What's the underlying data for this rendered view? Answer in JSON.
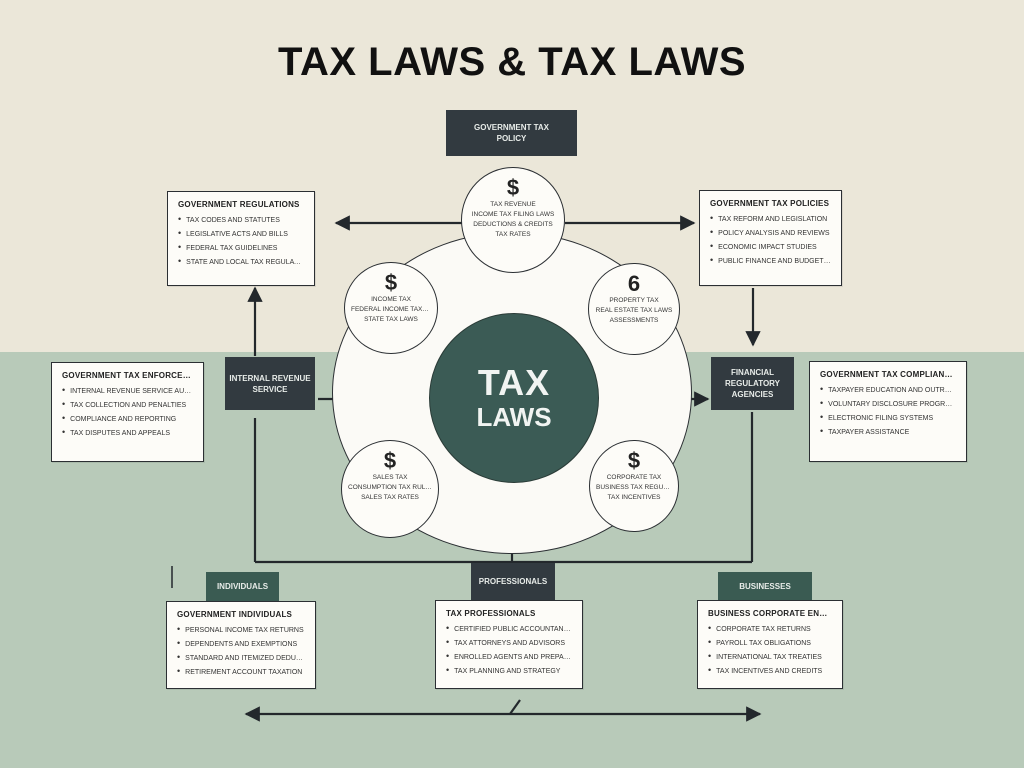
{
  "title": "TAX LAWS & TAX LAWS",
  "hub": {
    "line1": "TAX",
    "line2": "LAWS"
  },
  "top_tag": {
    "line1": "GOVERNMENT TAX",
    "line2": "POLICY"
  },
  "nodes": {
    "top": {
      "symbol": "$",
      "lines": [
        "TAX REVENUE",
        "INCOME TAX FILING LAWS",
        "DEDUCTIONS & CREDITS",
        "TAX RATES"
      ]
    },
    "upper_left": {
      "symbol": "$",
      "lines": [
        "INCOME TAX",
        "FEDERAL INCOME TAXES",
        "STATE TAX LAWS"
      ]
    },
    "upper_right": {
      "symbol": "6",
      "lines": [
        "PROPERTY TAX",
        "REAL ESTATE TAX LAWS",
        "ASSESSMENTS"
      ]
    },
    "lower_left": {
      "symbol": "$",
      "lines": [
        "SALES TAX",
        "CONSUMPTION TAX RULES",
        "SALES TAX RATES"
      ]
    },
    "lower_right": {
      "symbol": "$",
      "lines": [
        "CORPORATE TAX",
        "BUSINESS TAX REGULATIONS",
        "TAX INCENTIVES"
      ]
    }
  },
  "boxes": {
    "top_left": {
      "head": "GOVERNMENT REGULATIONS",
      "items": [
        "TAX CODES AND STATUTES",
        "LEGISLATIVE ACTS AND BILLS",
        "FEDERAL TAX GUIDELINES",
        "STATE AND LOCAL TAX REGULATIONS"
      ]
    },
    "top_right": {
      "head": "GOVERNMENT TAX POLICIES",
      "items": [
        "TAX REFORM AND LEGISLATION",
        "POLICY ANALYSIS AND REVIEWS",
        "ECONOMIC IMPACT STUDIES",
        "PUBLIC FINANCE AND BUDGETING"
      ]
    },
    "mid_left": {
      "head": "GOVERNMENT TAX ENFORCEMENT AGENCIES",
      "items": [
        "INTERNAL REVENUE SERVICE AUDITS",
        "TAX COLLECTION AND PENALTIES",
        "COMPLIANCE AND REPORTING",
        "TAX DISPUTES AND APPEALS"
      ]
    },
    "mid_right": {
      "head": "GOVERNMENT TAX COMPLIANCE PROGRAMS",
      "items": [
        "TAXPAYER EDUCATION AND OUTREACH",
        "VOLUNTARY DISCLOSURE PROGRAMS",
        "ELECTRONIC FILING SYSTEMS",
        "TAXPAYER ASSISTANCE"
      ]
    },
    "bottom_left": {
      "head": "GOVERNMENT INDIVIDUALS",
      "items": [
        "PERSONAL INCOME TAX RETURNS",
        "DEPENDENTS AND EXEMPTIONS",
        "STANDARD AND ITEMIZED DEDUCTIONS",
        "RETIREMENT ACCOUNT TAXATION"
      ]
    },
    "bottom_center": {
      "head": "TAX PROFESSIONALS",
      "items": [
        "CERTIFIED PUBLIC ACCOUNTANTS",
        "TAX ATTORNEYS AND ADVISORS",
        "ENROLLED AGENTS AND PREPARERS",
        "TAX PLANNING AND STRATEGY"
      ]
    },
    "bottom_right": {
      "head": "BUSINESS CORPORATE ENTITIES",
      "items": [
        "CORPORATE TAX RETURNS",
        "PAYROLL TAX OBLIGATIONS",
        "INTERNATIONAL TAX TREATIES",
        "TAX INCENTIVES AND CREDITS"
      ]
    }
  },
  "tags": {
    "mid_left": {
      "line1": "INTERNAL REVENUE",
      "line2": "SERVICE"
    },
    "mid_right": {
      "line1": "FINANCIAL",
      "line2": "REGULATORY AGENCIES"
    },
    "bottom_left": "INDIVIDUALS",
    "bottom_center": "PROFESSIONALS",
    "bottom_right": "BUSINESSES"
  }
}
